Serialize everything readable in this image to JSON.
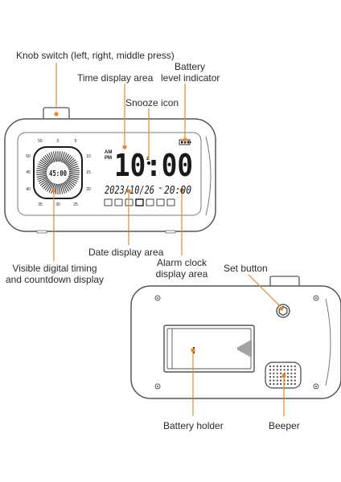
{
  "labels": {
    "knob": "Knob switch  (left, right, middle press)",
    "time_area": "Time display area",
    "battery_l1": "Battery",
    "battery_l2": "level indicator",
    "snooze": "Snooze icon",
    "date_area": "Date display area",
    "alarm_l1": "Alarm clock",
    "alarm_l2": "display area",
    "timing_l1": "Visible digital timing",
    "timing_l2": "and countdown display",
    "set_button": "Set button",
    "battery_holder": "Battery holder",
    "beeper": "Beeper"
  },
  "display": {
    "time": "10:00",
    "am": "AM",
    "pm": "PM",
    "snooze_z": "z",
    "date": "2023/10/26",
    "alarm_prefix": "∞",
    "alarm": "20:00",
    "timer": "45:00",
    "dial_numbers": [
      "55",
      "0",
      "5",
      "50",
      "10",
      "45",
      "15",
      "40",
      "20",
      "35",
      "30",
      "25"
    ],
    "battery_mark": "▯▯▯"
  },
  "colors": {
    "accent": "#e8862a",
    "outline": "#555555",
    "lcd": "#1a1a1a"
  },
  "icons": [
    "knob-icon",
    "snooze-icon",
    "battery-icon",
    "set-button-icon",
    "beeper-grille-icon",
    "battery-cover-icon"
  ]
}
